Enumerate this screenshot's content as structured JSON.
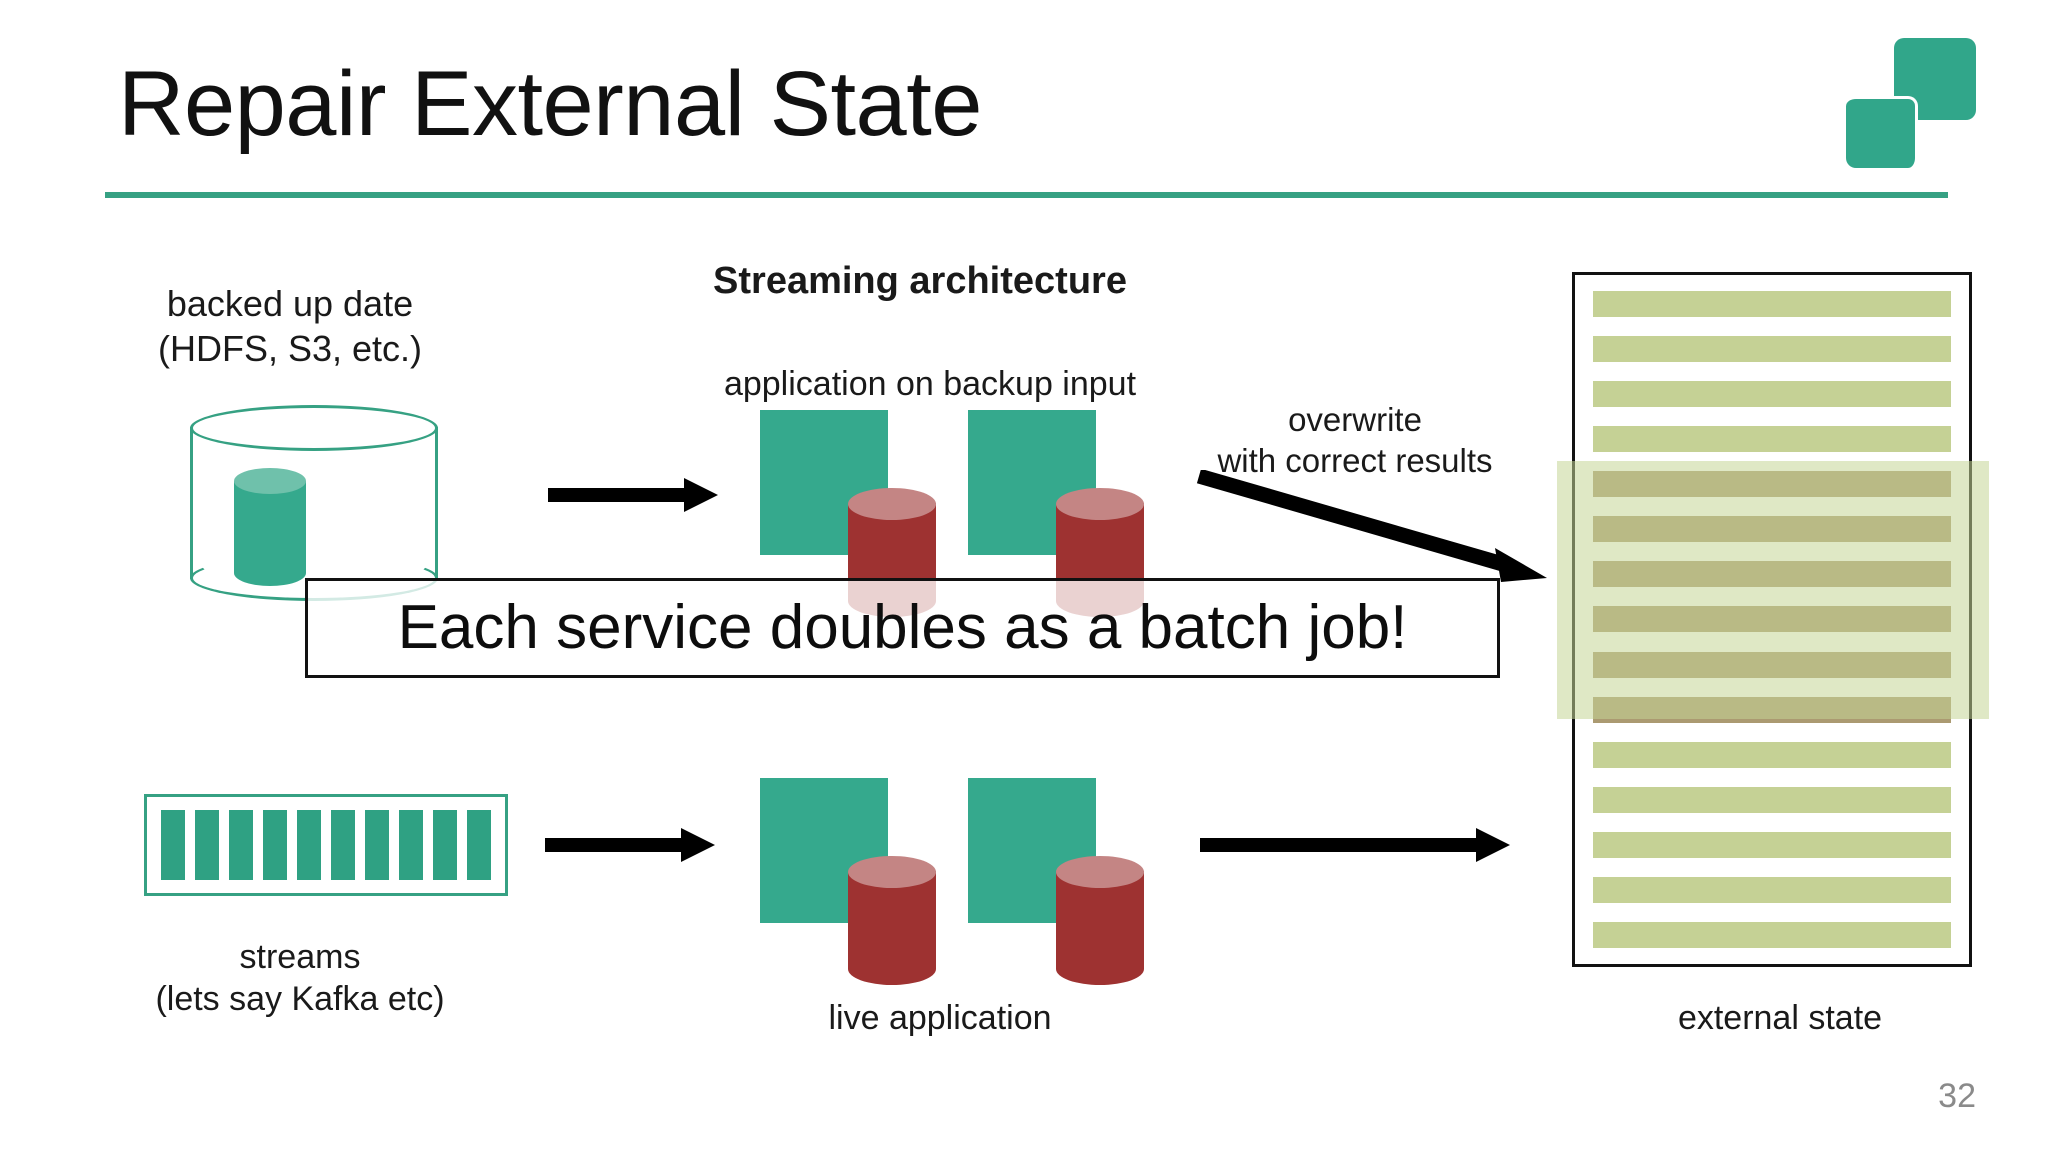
{
  "slide": {
    "title": "Repair External State",
    "page_number": "32",
    "accent_color": "#36a183",
    "teal_fill": "#35a98d",
    "red_fill": "#9e3231",
    "red_top": "#c48584",
    "row_green": "#c5d195",
    "row_overwritten": "#ab9a71"
  },
  "logo": {
    "name": "two-overlapping-squares-logo",
    "color": "#31a68a"
  },
  "labels": {
    "backup_source": "backed up date\n(HDFS, S3, etc.)",
    "streaming_architecture": "Streaming architecture",
    "application_on_backup_input": "application on backup input",
    "overwrite_note": "overwrite\nwith correct results",
    "streams": "streams\n(lets say Kafka etc)",
    "live_application": "live application",
    "external_state": "external state"
  },
  "callout": {
    "text": "Each service doubles as a batch job!"
  },
  "diagram": {
    "backup_cylinder": {
      "name": "database-cylinder",
      "outline_color": "#36a183",
      "inner_fill": "#35a98d"
    },
    "streams_icon": {
      "name": "stream-queue-icon",
      "segment_count": 10,
      "border_color": "#36a183",
      "segment_color": "#2fa183"
    },
    "backup_services": [
      {
        "name": "service-box-1",
        "square_color": "#35a98d",
        "cylinder_color": "#9e3231"
      },
      {
        "name": "service-box-2",
        "square_color": "#35a98d",
        "cylinder_color": "#9e3231"
      }
    ],
    "live_services": [
      {
        "name": "service-box-1",
        "square_color": "#35a98d",
        "cylinder_color": "#9e3231"
      },
      {
        "name": "service-box-2",
        "square_color": "#35a98d",
        "cylinder_color": "#9e3231"
      }
    ],
    "arrows": [
      {
        "name": "arrow-backup-to-app",
        "direction": "right"
      },
      {
        "name": "arrow-streams-to-live-app",
        "direction": "right"
      },
      {
        "name": "arrow-live-app-to-external-state",
        "direction": "right"
      },
      {
        "name": "arrow-overwrite-diagonal",
        "direction": "down-right"
      }
    ],
    "external_state_rows": [
      {
        "state": "normal"
      },
      {
        "state": "normal"
      },
      {
        "state": "normal"
      },
      {
        "state": "normal"
      },
      {
        "state": "overwritten"
      },
      {
        "state": "overwritten"
      },
      {
        "state": "overwritten"
      },
      {
        "state": "overwritten"
      },
      {
        "state": "overwritten"
      },
      {
        "state": "overwritten"
      },
      {
        "state": "normal"
      },
      {
        "state": "normal"
      },
      {
        "state": "normal"
      },
      {
        "state": "normal"
      },
      {
        "state": "normal"
      }
    ]
  }
}
